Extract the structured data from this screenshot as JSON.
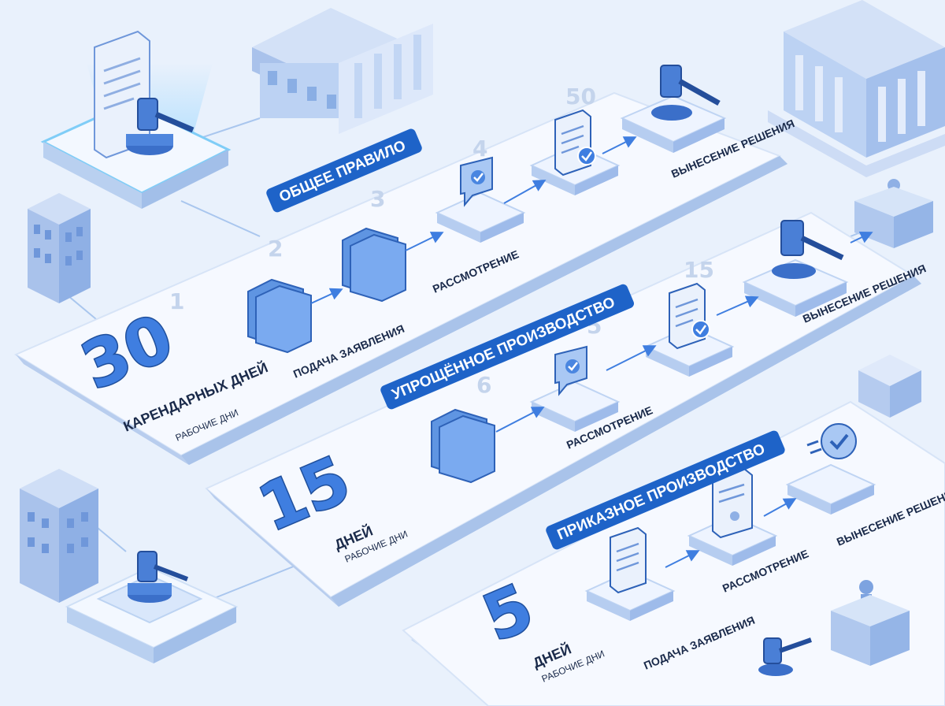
{
  "colors": {
    "background": "#e9f1fc",
    "platform_top": "#f6f9ff",
    "platform_side": "#c7d8f2",
    "accent": "#3f7ee0",
    "accent_dark": "#1f4f9c",
    "banner": "#1e63c8",
    "connector": "#9ec0ee"
  },
  "general": {
    "title": "ОБЩЕЕ ПРАВИЛО",
    "big_number": "30",
    "unit": "КАРЕНДАРНЫХ ДНЕЙ",
    "sub": "РАБОЧИЕ ДНИ",
    "steps": [
      "1",
      "2",
      "3",
      "4",
      "50"
    ],
    "filing": "ПОДАЧА ЗАЯВЛЕНИЯ",
    "review": "РАССМОТРЕНИЕ",
    "decision": "ВЫНЕСЕНИЕ РЕШЕНИЯ"
  },
  "simplified": {
    "title": "УПРОЩЁННОЕ ПРОИЗВОДСТВО",
    "big_number": "15",
    "unit": "ДНЕЙ",
    "sub": "РАБОЧИЕ ДНИ",
    "steps": [
      "6",
      "5",
      "15"
    ],
    "review": "РАССМОТРЕНИЕ",
    "decision": "ВЫНЕСЕНИЕ РЕШЕНИЯ"
  },
  "order": {
    "title": "ПРИКАЗНОЕ ПРОИЗВОДСТВО",
    "big_number": "5",
    "unit": "ДНЕЙ",
    "sub": "РАБОЧИЕ ДНИ",
    "filing": "ПОДАЧА ЗАЯВЛЕНИЯ",
    "review": "РАССМОТРЕНИЕ",
    "decision": "ВЫНЕСЕНИЕ РЕШЕНИЯ"
  },
  "icons": [
    "courthouse-icon",
    "gavel-icon",
    "document-icon",
    "folder-icon",
    "chat-check-icon",
    "document-check-icon",
    "office-building-icon",
    "judge-podium-icon",
    "check-badge-icon",
    "box-icon"
  ]
}
